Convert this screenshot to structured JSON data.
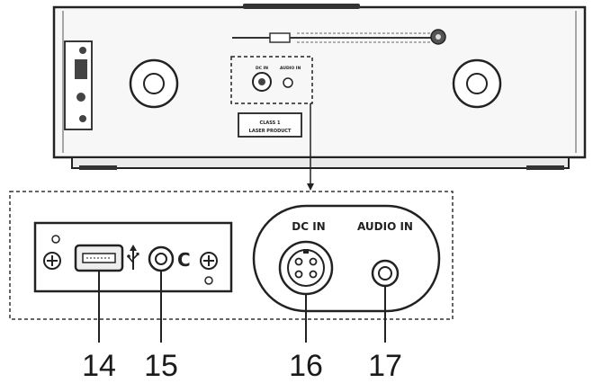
{
  "device_top": {
    "laser_label_line1": "CLASS 1",
    "laser_label_line2": "LASER PRODUCT",
    "small_dc_label": "DC IN",
    "small_audio_label": "AUDIO IN"
  },
  "detail_panel": {
    "dc_in_label": "DC IN",
    "audio_in_label": "AUDIO IN",
    "usb_port_text": "",
    "headphone_symbol": "C"
  },
  "callouts": [
    "14",
    "15",
    "16",
    "17"
  ],
  "colors": {
    "line": "#222222",
    "fill_light": "#f4f4f4",
    "fill_mid": "#e2e2e2"
  }
}
